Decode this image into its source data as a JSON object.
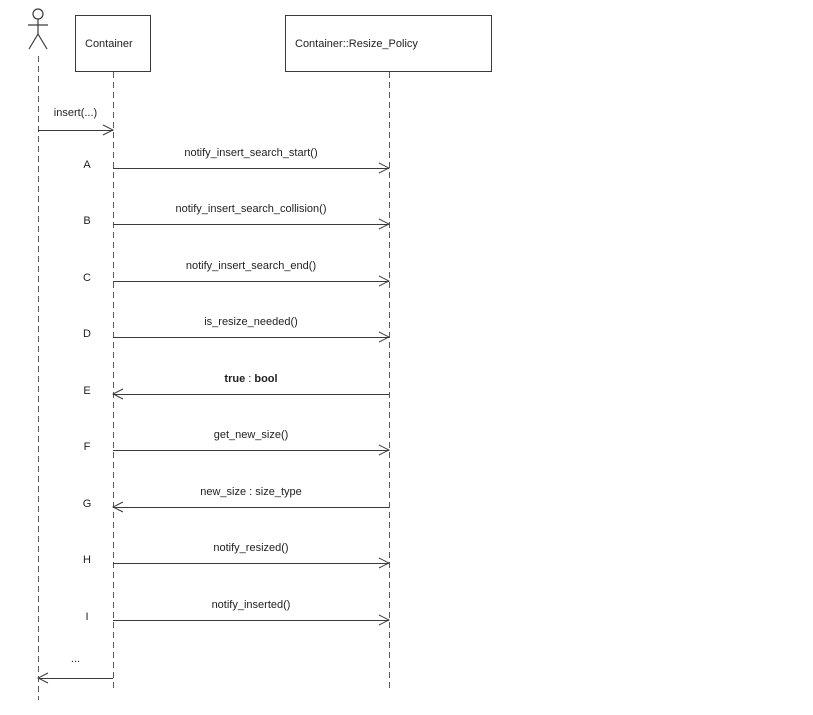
{
  "diagram": {
    "type": "uml-sequence",
    "actor": {
      "icon": "stick-figure"
    },
    "lifelines": [
      {
        "label": "Container"
      },
      {
        "label": "Container::Resize_Policy"
      }
    ],
    "messages": [
      {
        "tag": "",
        "label": "insert(...)",
        "from": "actor",
        "to": "Container",
        "direction": "right"
      },
      {
        "tag": "A",
        "label": "notify_insert_search_start()",
        "from": "Container",
        "to": "Container::Resize_Policy",
        "direction": "right"
      },
      {
        "tag": "B",
        "label": "notify_insert_search_collision()",
        "from": "Container",
        "to": "Container::Resize_Policy",
        "direction": "right"
      },
      {
        "tag": "C",
        "label": "notify_insert_search_end()",
        "from": "Container",
        "to": "Container::Resize_Policy",
        "direction": "right"
      },
      {
        "tag": "D",
        "label": "is_resize_needed()",
        "from": "Container",
        "to": "Container::Resize_Policy",
        "direction": "right"
      },
      {
        "tag": "E",
        "label": "true : bool",
        "bold_left": "true",
        "separator": " : ",
        "bold_right": "bool",
        "from": "Container::Resize_Policy",
        "to": "Container",
        "direction": "left"
      },
      {
        "tag": "F",
        "label": "get_new_size()",
        "from": "Container",
        "to": "Container::Resize_Policy",
        "direction": "right"
      },
      {
        "tag": "G",
        "label": "new_size : size_type",
        "from": "Container::Resize_Policy",
        "to": "Container",
        "direction": "left"
      },
      {
        "tag": "H",
        "label": "notify_resized()",
        "from": "Container",
        "to": "Container::Resize_Policy",
        "direction": "right"
      },
      {
        "tag": "I",
        "label": "notify_inserted()",
        "from": "Container",
        "to": "Container::Resize_Policy",
        "direction": "right"
      },
      {
        "tag": "",
        "label": "...",
        "from": "Container",
        "to": "actor",
        "direction": "left"
      }
    ],
    "colors": {
      "line": "#3a3a3a",
      "text": "#1f1f1f",
      "background": "#ffffff"
    }
  }
}
